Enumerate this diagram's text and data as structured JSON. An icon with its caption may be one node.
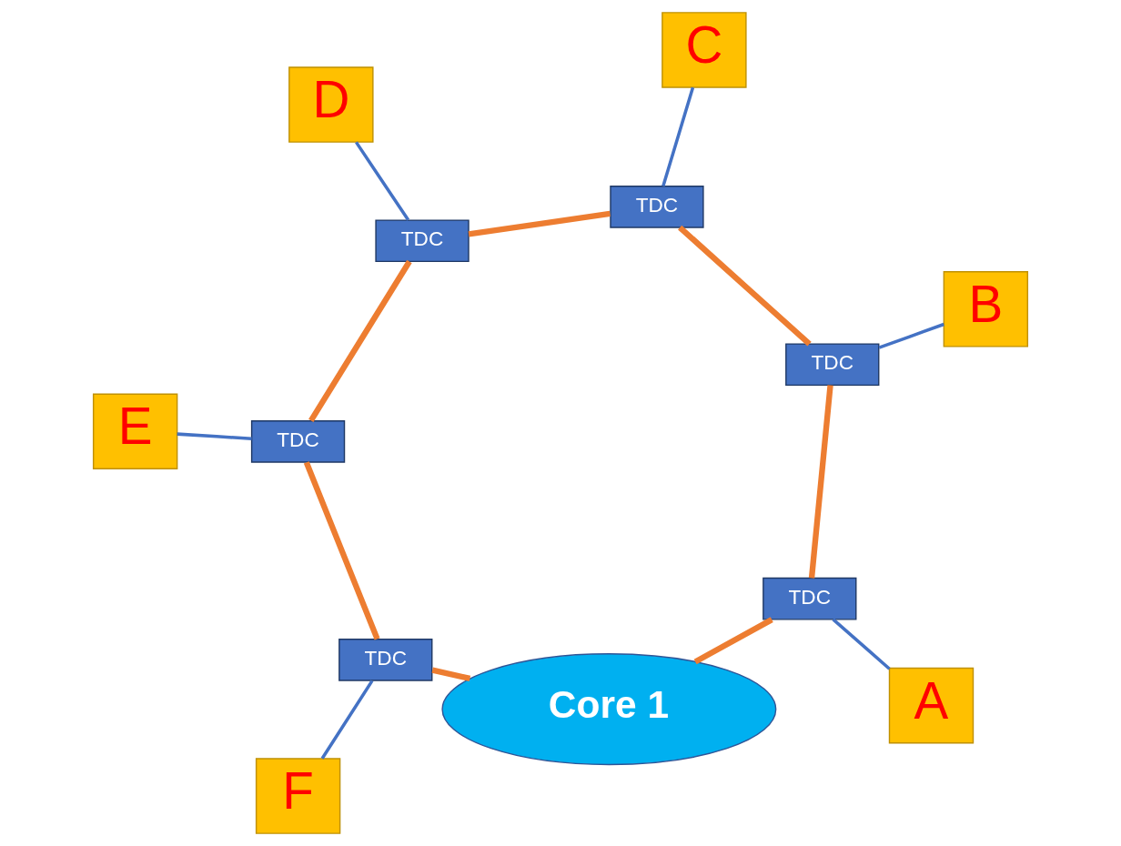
{
  "diagram": {
    "nodes": [
      {
        "text": [
          "C"
        ]
      },
      {
        "text": [
          "D"
        ]
      },
      {
        "text": [
          "TDC"
        ]
      },
      {
        "text": [
          "TDC"
        ]
      },
      {
        "text": [
          "B"
        ]
      },
      {
        "text": [
          "TDC"
        ]
      },
      {
        "text": [
          "E"
        ]
      },
      {
        "text": [
          "TDC"
        ]
      },
      {
        "text": [
          "TDC"
        ]
      },
      {
        "text": [
          "A"
        ]
      },
      {
        "text": [
          "F"
        ]
      },
      {
        "text": [
          "TDC"
        ]
      },
      {
        "text": [
          "Core 1"
        ]
      }
    ],
    "edges": [
      {
        "from": 12,
        "to": 11,
        "arrow": "none"
      },
      {
        "from": 11,
        "to": 7,
        "arrow": "none"
      },
      {
        "from": 7,
        "to": 2,
        "arrow": "none"
      },
      {
        "from": 2,
        "to": 3,
        "arrow": "none"
      },
      {
        "from": 3,
        "to": 5,
        "arrow": "none"
      },
      {
        "from": 5,
        "to": 8,
        "arrow": "none"
      },
      {
        "from": 8,
        "to": 12,
        "arrow": "none"
      },
      {
        "from": 0,
        "to": 2,
        "arrow": "none",
        "color": "#4472c4"
      },
      {
        "from": 1,
        "to": 3,
        "arrow": "none",
        "color": "#4472c4"
      },
      {
        "from": 4,
        "to": 7,
        "arrow": "none",
        "color": "#4472c4"
      },
      {
        "from": 9,
        "to": 11,
        "arrow": "none",
        "color": "#4472c4"
      },
      {
        "from": 6,
        "to": 5,
        "arrow": "none",
        "color": "#4472c4"
      },
      {
        "from": 10,
        "to": 8,
        "arrow": "none",
        "color": "#4472c4"
      }
    ]
  }
}
